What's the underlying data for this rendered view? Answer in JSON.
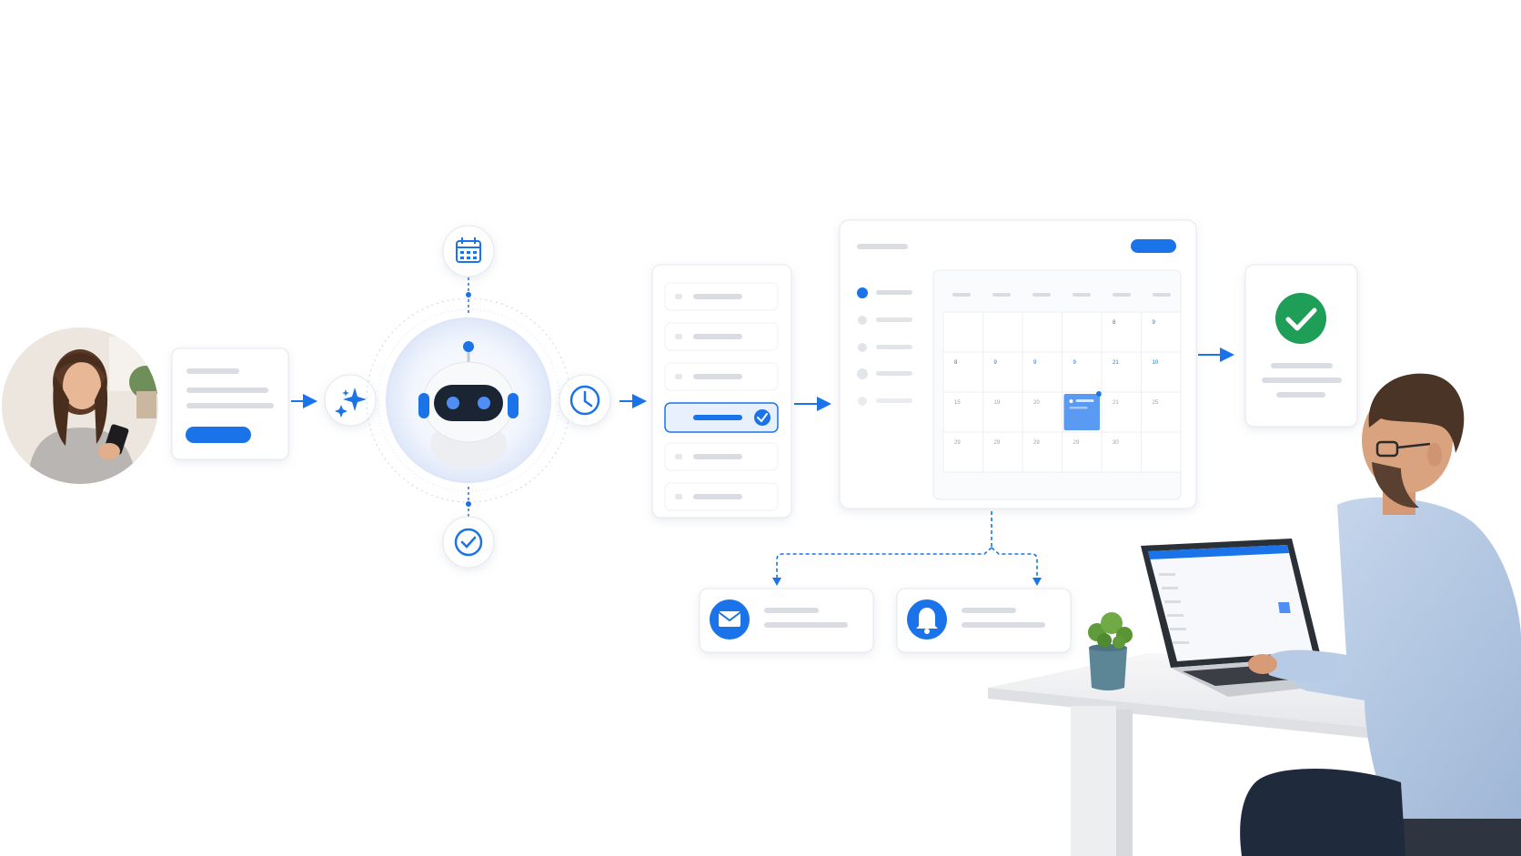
{
  "colors": {
    "accent": "#1a73e8",
    "accent_light": "#e8f0fe",
    "success": "#1e9e57",
    "card_border": "#e3e7ee",
    "placeholder": "#d9dde3",
    "background": "#ffffff"
  },
  "icons": {
    "sparkle": "sparkle-icon",
    "calendar": "calendar-icon",
    "clock": "clock-icon",
    "check_circle": "check-circle-icon",
    "robot": "robot-icon",
    "email": "email-icon",
    "bell": "bell-icon",
    "success": "success-check-icon"
  },
  "calendar_grid": {
    "row_1": [
      "",
      "",
      "",
      "",
      "8",
      "9"
    ],
    "row_2": [
      "8",
      "9",
      "9",
      "9",
      "21",
      "10"
    ],
    "row_3": [
      "15",
      "19",
      "20",
      "",
      "21",
      "25"
    ],
    "row_4": [
      "29",
      "29",
      "29",
      "29",
      "30",
      ""
    ],
    "selected_cell": "row 3, column 4"
  },
  "form_list": {
    "item_count": 6,
    "selected_index": 3
  }
}
